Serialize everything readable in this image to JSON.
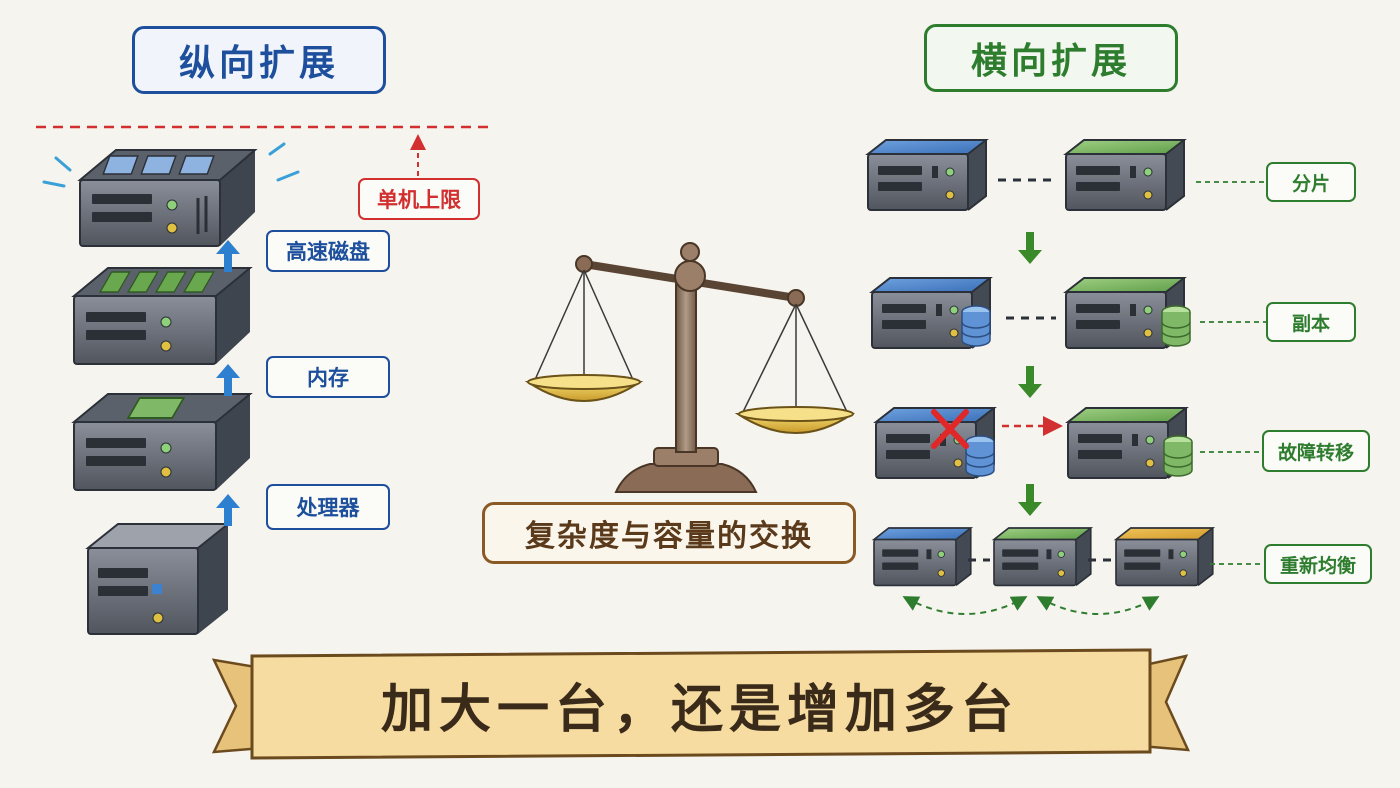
{
  "vertical": {
    "title": "纵向扩展",
    "limit_label": "单机上限",
    "upgrades": [
      "高速磁盘",
      "内存",
      "处理器"
    ]
  },
  "horizontal": {
    "title": "横向扩展",
    "steps": [
      "分片",
      "副本",
      "故障转移",
      "重新均衡"
    ]
  },
  "center": {
    "label": "复杂度与容量的交换"
  },
  "banner": {
    "text": "加大一台，还是增加多台"
  },
  "colors": {
    "vertical_accent": "#1d4f9c",
    "horizontal_accent": "#2e7d2e",
    "limit_red": "#d23030",
    "scale_brown": "#8a5a26",
    "banner_fill": "#f6dca0"
  },
  "icons": [
    "server-icon",
    "disk-stack-icon",
    "ram-module-icon",
    "cpu-chip-icon",
    "database-icon",
    "failure-x-icon",
    "balance-scale-icon",
    "arrow-up-icon",
    "arrow-down-icon"
  ]
}
